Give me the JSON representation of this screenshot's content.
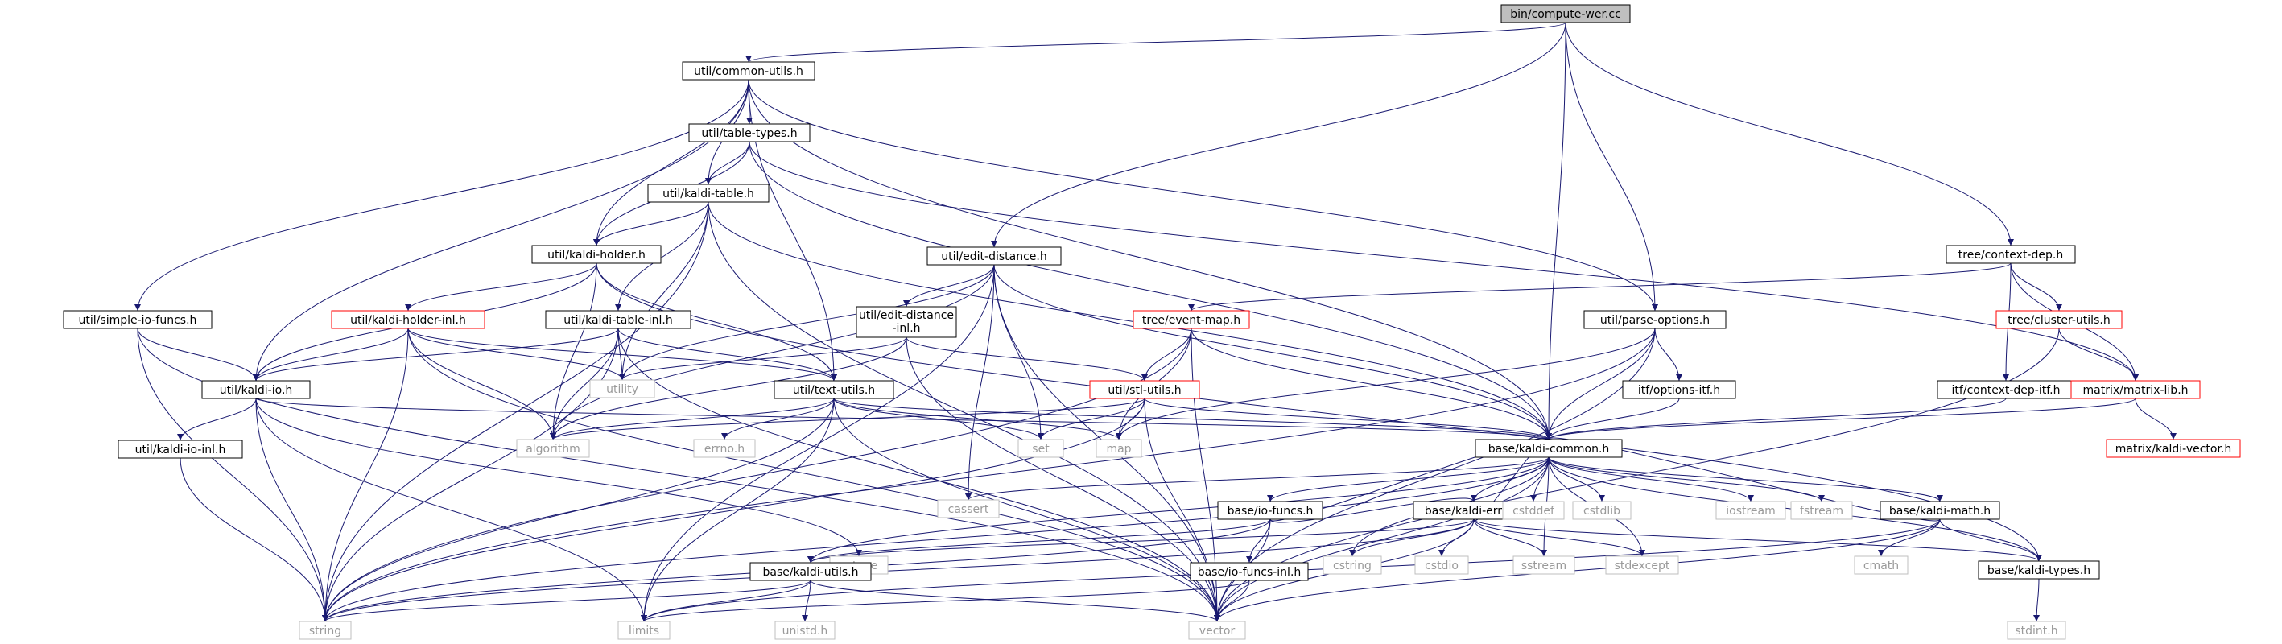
{
  "colors": {
    "edge": "#191970",
    "header_fill": "#bfbfbf",
    "box_border": "#000000",
    "link_red": "#ff0000",
    "system_gray": "#bfbfbf",
    "system_text": "#9a9a9a",
    "text": "#000000"
  },
  "nodes": [
    {
      "id": "compute-wer",
      "label": "bin/compute-wer.cc",
      "style": "header"
    },
    {
      "id": "common-utils",
      "label": "util/common-utils.h",
      "style": "normal"
    },
    {
      "id": "table-types",
      "label": "util/table-types.h",
      "style": "normal"
    },
    {
      "id": "kaldi-table",
      "label": "util/kaldi-table.h",
      "style": "normal"
    },
    {
      "id": "kaldi-holder",
      "label": "util/kaldi-holder.h",
      "style": "normal"
    },
    {
      "id": "edit-distance",
      "label": "util/edit-distance.h",
      "style": "normal"
    },
    {
      "id": "context-dep",
      "label": "tree/context-dep.h",
      "style": "normal"
    },
    {
      "id": "simple-io-funcs",
      "label": "util/simple-io-funcs.h",
      "style": "normal"
    },
    {
      "id": "kaldi-holder-inl",
      "label": "util/kaldi-holder-inl.h",
      "style": "red"
    },
    {
      "id": "kaldi-table-inl",
      "label": "util/kaldi-table-inl.h",
      "style": "normal"
    },
    {
      "id": "edit-distance-inl",
      "label": "util/edit-distance\n-inl.h",
      "style": "normal"
    },
    {
      "id": "event-map",
      "label": "tree/event-map.h",
      "style": "red"
    },
    {
      "id": "parse-options",
      "label": "util/parse-options.h",
      "style": "normal"
    },
    {
      "id": "cluster-utils",
      "label": "tree/cluster-utils.h",
      "style": "red"
    },
    {
      "id": "kaldi-io",
      "label": "util/kaldi-io.h",
      "style": "normal"
    },
    {
      "id": "utility",
      "label": "utility",
      "style": "system"
    },
    {
      "id": "text-utils",
      "label": "util/text-utils.h",
      "style": "normal"
    },
    {
      "id": "stl-utils",
      "label": "util/stl-utils.h",
      "style": "red"
    },
    {
      "id": "options-itf",
      "label": "itf/options-itf.h",
      "style": "normal"
    },
    {
      "id": "context-dep-itf",
      "label": "itf/context-dep-itf.h",
      "style": "normal"
    },
    {
      "id": "matrix-lib",
      "label": "matrix/matrix-lib.h",
      "style": "red"
    },
    {
      "id": "kaldi-io-inl",
      "label": "util/kaldi-io-inl.h",
      "style": "normal"
    },
    {
      "id": "algorithm",
      "label": "algorithm",
      "style": "system"
    },
    {
      "id": "errno",
      "label": "errno.h",
      "style": "system"
    },
    {
      "id": "set",
      "label": "set",
      "style": "system"
    },
    {
      "id": "map",
      "label": "map",
      "style": "system"
    },
    {
      "id": "kaldi-common",
      "label": "base/kaldi-common.h",
      "style": "normal"
    },
    {
      "id": "kaldi-vector",
      "label": "matrix/kaldi-vector.h",
      "style": "red"
    },
    {
      "id": "cassert",
      "label": "cassert",
      "style": "system"
    },
    {
      "id": "io-funcs",
      "label": "base/io-funcs.h",
      "style": "normal"
    },
    {
      "id": "kaldi-error",
      "label": "base/kaldi-error.h",
      "style": "normal"
    },
    {
      "id": "cstddef",
      "label": "cstddef",
      "style": "system"
    },
    {
      "id": "cstdlib",
      "label": "cstdlib",
      "style": "system"
    },
    {
      "id": "iostream",
      "label": "iostream",
      "style": "system"
    },
    {
      "id": "fstream",
      "label": "fstream",
      "style": "system"
    },
    {
      "id": "kaldi-math",
      "label": "base/kaldi-math.h",
      "style": "normal"
    },
    {
      "id": "cctype",
      "label": "cctype",
      "style": "system"
    },
    {
      "id": "cstring",
      "label": "cstring",
      "style": "system"
    },
    {
      "id": "cstdio",
      "label": "cstdio",
      "style": "system"
    },
    {
      "id": "sstream",
      "label": "sstream",
      "style": "system"
    },
    {
      "id": "stdexcept",
      "label": "stdexcept",
      "style": "system"
    },
    {
      "id": "cmath",
      "label": "cmath",
      "style": "system"
    },
    {
      "id": "kaldi-utils",
      "label": "base/kaldi-utils.h",
      "style": "normal"
    },
    {
      "id": "io-funcs-inl",
      "label": "base/io-funcs-inl.h",
      "style": "normal"
    },
    {
      "id": "kaldi-types",
      "label": "base/kaldi-types.h",
      "style": "normal"
    },
    {
      "id": "string",
      "label": "string",
      "style": "system"
    },
    {
      "id": "limits",
      "label": "limits",
      "style": "system"
    },
    {
      "id": "unistd",
      "label": "unistd.h",
      "style": "system"
    },
    {
      "id": "vector",
      "label": "vector",
      "style": "system"
    },
    {
      "id": "stdint",
      "label": "stdint.h",
      "style": "system"
    }
  ],
  "edges": [
    [
      "compute-wer",
      "common-utils"
    ],
    [
      "compute-wer",
      "edit-distance"
    ],
    [
      "compute-wer",
      "kaldi-common"
    ],
    [
      "compute-wer",
      "parse-options"
    ],
    [
      "compute-wer",
      "context-dep"
    ],
    [
      "common-utils",
      "table-types"
    ],
    [
      "common-utils",
      "kaldi-table"
    ],
    [
      "common-utils",
      "kaldi-holder"
    ],
    [
      "common-utils",
      "simple-io-funcs"
    ],
    [
      "common-utils",
      "kaldi-io"
    ],
    [
      "common-utils",
      "text-utils"
    ],
    [
      "common-utils",
      "kaldi-common"
    ],
    [
      "common-utils",
      "parse-options"
    ],
    [
      "table-types",
      "kaldi-table"
    ],
    [
      "table-types",
      "kaldi-holder"
    ],
    [
      "table-types",
      "kaldi-common"
    ],
    [
      "table-types",
      "matrix-lib"
    ],
    [
      "kaldi-table",
      "kaldi-holder"
    ],
    [
      "kaldi-table",
      "kaldi-table-inl"
    ],
    [
      "kaldi-table",
      "string"
    ],
    [
      "kaldi-table",
      "utility"
    ],
    [
      "kaldi-table",
      "vector"
    ],
    [
      "kaldi-table",
      "kaldi-common"
    ],
    [
      "kaldi-holder",
      "kaldi-holder-inl"
    ],
    [
      "kaldi-holder",
      "kaldi-io"
    ],
    [
      "kaldi-holder",
      "text-utils"
    ],
    [
      "kaldi-holder",
      "algorithm"
    ],
    [
      "kaldi-holder",
      "kaldi-types"
    ],
    [
      "edit-distance",
      "edit-distance-inl"
    ],
    [
      "edit-distance",
      "algorithm"
    ],
    [
      "edit-distance",
      "utility"
    ],
    [
      "edit-distance",
      "limits"
    ],
    [
      "edit-distance",
      "set"
    ],
    [
      "edit-distance",
      "vector"
    ],
    [
      "edit-distance",
      "kaldi-common"
    ],
    [
      "edit-distance",
      "cassert"
    ],
    [
      "context-dep",
      "event-map"
    ],
    [
      "context-dep",
      "context-dep-itf"
    ],
    [
      "context-dep",
      "cluster-utils"
    ],
    [
      "context-dep",
      "matrix-lib"
    ],
    [
      "simple-io-funcs",
      "kaldi-io"
    ],
    [
      "simple-io-funcs",
      "string"
    ],
    [
      "simple-io-funcs",
      "vector"
    ],
    [
      "kaldi-holder-inl",
      "kaldi-io"
    ],
    [
      "kaldi-holder-inl",
      "text-utils"
    ],
    [
      "kaldi-holder-inl",
      "algorithm"
    ],
    [
      "kaldi-holder-inl",
      "utility"
    ],
    [
      "kaldi-holder-inl",
      "string"
    ],
    [
      "kaldi-holder-inl",
      "vector"
    ],
    [
      "kaldi-table-inl",
      "kaldi-io"
    ],
    [
      "kaldi-table-inl",
      "text-utils"
    ],
    [
      "kaldi-table-inl",
      "utility"
    ],
    [
      "kaldi-table-inl",
      "algorithm"
    ],
    [
      "kaldi-table-inl",
      "string"
    ],
    [
      "kaldi-table-inl",
      "vector"
    ],
    [
      "edit-distance-inl",
      "stl-utils"
    ],
    [
      "edit-distance-inl",
      "algorithm"
    ],
    [
      "edit-distance-inl",
      "utility"
    ],
    [
      "edit-distance-inl",
      "vector"
    ],
    [
      "event-map",
      "stl-utils"
    ],
    [
      "event-map",
      "map"
    ],
    [
      "event-map",
      "kaldi-common"
    ],
    [
      "event-map",
      "string"
    ],
    [
      "event-map",
      "vector"
    ],
    [
      "parse-options",
      "options-itf"
    ],
    [
      "parse-options",
      "kaldi-common"
    ],
    [
      "parse-options",
      "map"
    ],
    [
      "parse-options",
      "string"
    ],
    [
      "parse-options",
      "vector"
    ],
    [
      "cluster-utils",
      "matrix-lib"
    ],
    [
      "cluster-utils",
      "vector"
    ],
    [
      "kaldi-io",
      "kaldi-io-inl"
    ],
    [
      "kaldi-io",
      "cctype"
    ],
    [
      "kaldi-io",
      "string"
    ],
    [
      "kaldi-io",
      "limits"
    ],
    [
      "kaldi-io",
      "kaldi-common"
    ],
    [
      "text-utils",
      "algorithm"
    ],
    [
      "text-utils",
      "errno"
    ],
    [
      "text-utils",
      "set"
    ],
    [
      "text-utils",
      "map"
    ],
    [
      "text-utils",
      "string"
    ],
    [
      "text-utils",
      "limits"
    ],
    [
      "text-utils",
      "vector"
    ],
    [
      "text-utils",
      "kaldi-common"
    ],
    [
      "stl-utils",
      "algorithm"
    ],
    [
      "stl-utils",
      "set"
    ],
    [
      "stl-utils",
      "map"
    ],
    [
      "stl-utils",
      "string"
    ],
    [
      "stl-utils",
      "vector"
    ],
    [
      "stl-utils",
      "kaldi-common"
    ],
    [
      "options-itf",
      "kaldi-common"
    ],
    [
      "context-dep-itf",
      "kaldi-common"
    ],
    [
      "matrix-lib",
      "kaldi-vector"
    ],
    [
      "matrix-lib",
      "kaldi-common"
    ],
    [
      "kaldi-io-inl",
      "string"
    ],
    [
      "kaldi-common",
      "string"
    ],
    [
      "kaldi-common",
      "cstring"
    ],
    [
      "kaldi-common",
      "cassert"
    ],
    [
      "kaldi-common",
      "cstddef"
    ],
    [
      "kaldi-common",
      "cstdlib"
    ],
    [
      "kaldi-common",
      "iostream"
    ],
    [
      "kaldi-common",
      "fstream"
    ],
    [
      "kaldi-common",
      "sstream"
    ],
    [
      "kaldi-common",
      "stdexcept"
    ],
    [
      "kaldi-common",
      "vector"
    ],
    [
      "kaldi-common",
      "kaldi-utils"
    ],
    [
      "kaldi-common",
      "io-funcs"
    ],
    [
      "kaldi-common",
      "kaldi-error"
    ],
    [
      "kaldi-common",
      "kaldi-math"
    ],
    [
      "kaldi-common",
      "kaldi-types"
    ],
    [
      "io-funcs",
      "kaldi-utils"
    ],
    [
      "io-funcs",
      "io-funcs-inl"
    ],
    [
      "io-funcs",
      "kaldi-error"
    ],
    [
      "io-funcs",
      "string"
    ],
    [
      "io-funcs",
      "vector"
    ],
    [
      "io-funcs",
      "kaldi-common"
    ],
    [
      "kaldi-error",
      "kaldi-types"
    ],
    [
      "kaldi-error",
      "kaldi-utils"
    ],
    [
      "kaldi-error",
      "cstring"
    ],
    [
      "kaldi-error",
      "cstdio"
    ],
    [
      "kaldi-error",
      "sstream"
    ],
    [
      "kaldi-error",
      "stdexcept"
    ],
    [
      "kaldi-error",
      "string"
    ],
    [
      "kaldi-error",
      "vector"
    ],
    [
      "kaldi-error",
      "kaldi-common"
    ],
    [
      "kaldi-math",
      "kaldi-types"
    ],
    [
      "kaldi-math",
      "cmath"
    ],
    [
      "kaldi-math",
      "limits"
    ],
    [
      "kaldi-math",
      "vector"
    ],
    [
      "kaldi-math",
      "kaldi-common"
    ],
    [
      "kaldi-utils",
      "string"
    ],
    [
      "kaldi-utils",
      "limits"
    ],
    [
      "kaldi-utils",
      "unistd"
    ],
    [
      "kaldi-utils",
      "vector"
    ],
    [
      "io-funcs-inl",
      "vector"
    ],
    [
      "io-funcs-inl",
      "limits"
    ],
    [
      "kaldi-types",
      "stdint"
    ]
  ]
}
